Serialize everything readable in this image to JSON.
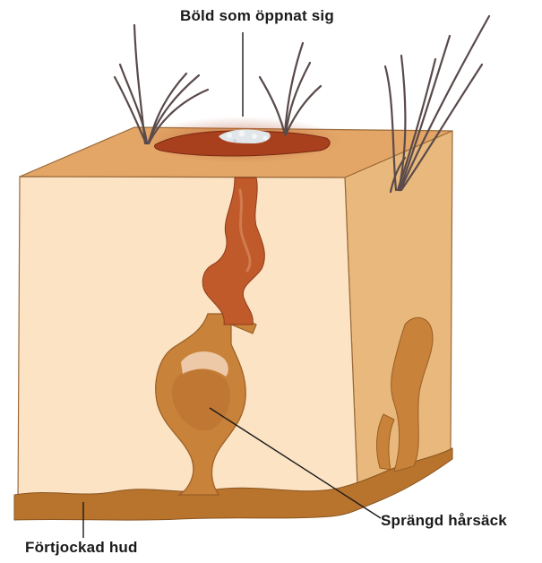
{
  "labels": {
    "boil_opened": "Böld som öppnat sig",
    "ruptured_follicle": "Sprängd hårsäck",
    "thickened_skin": "Förtjockad hud"
  },
  "colors": {
    "front_face": "#fbe3c4",
    "top_face": "#e3a667",
    "side_face": "#e8b87c",
    "bottom_layer": "#b8742c",
    "pus_tract": "#c05a2a",
    "follicle": "#c8823a",
    "hair": "#5a4a4a",
    "leader_line": "#1a1a1a"
  }
}
